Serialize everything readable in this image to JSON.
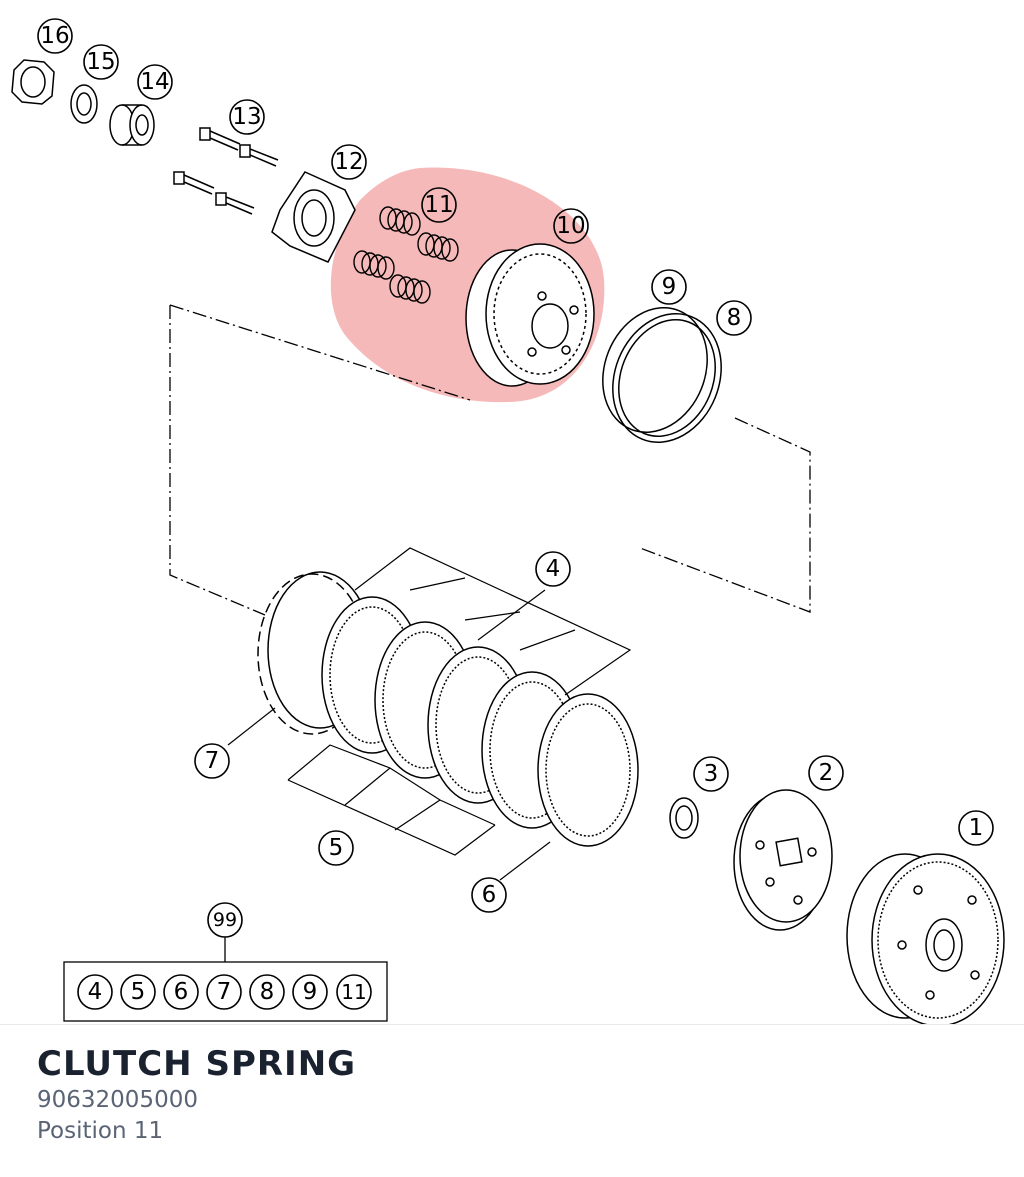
{
  "part": {
    "name": "CLUTCH SPRING",
    "number": "90632005000",
    "position": "Position 11"
  },
  "diagram": {
    "highlight_color": "#f29b9b",
    "callouts": [
      "1",
      "2",
      "3",
      "4",
      "5",
      "6",
      "7",
      "8",
      "9",
      "10",
      "11",
      "12",
      "13",
      "14",
      "15",
      "16",
      "99"
    ],
    "kit_contents": [
      "4",
      "5",
      "6",
      "7",
      "8",
      "9",
      "11"
    ]
  }
}
